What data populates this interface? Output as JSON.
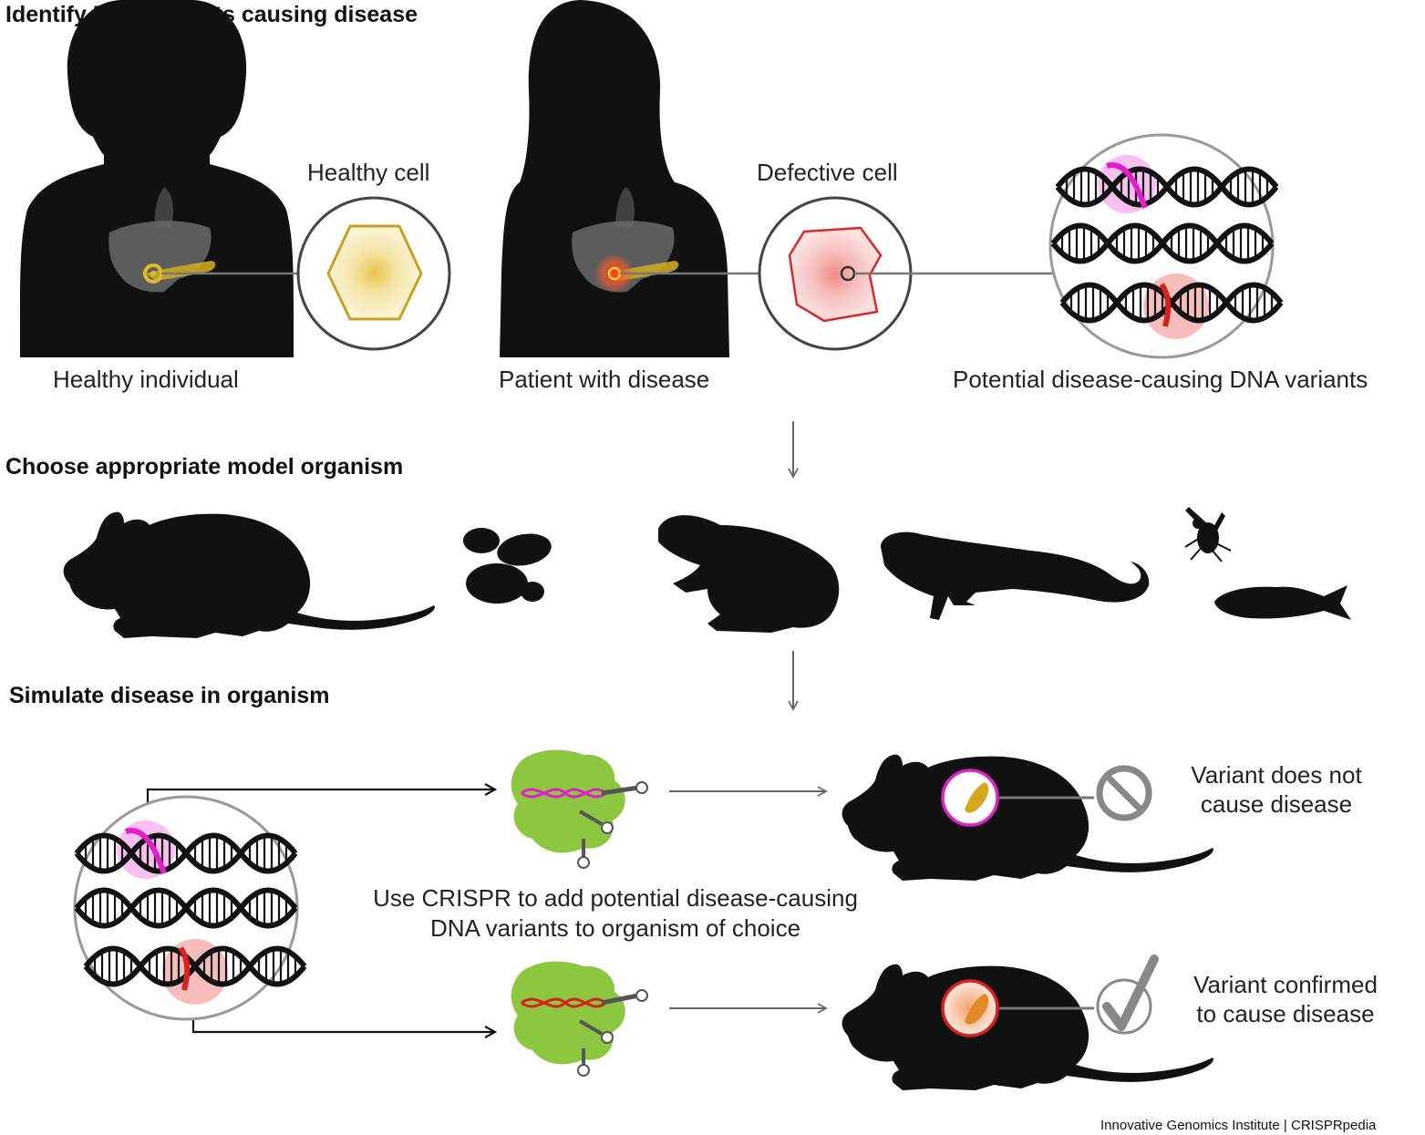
{
  "sections": {
    "identify": {
      "title": "Identify DNA variants causing disease"
    },
    "choose": {
      "title": "Choose appropriate model organism"
    },
    "simulate": {
      "title": "Simulate disease in organism"
    }
  },
  "identify": {
    "healthy_cell": "Healthy cell",
    "defective_cell": "Defective cell",
    "healthy_individual": "Healthy individual",
    "patient": "Patient with disease",
    "variants": "Potential disease-causing DNA variants"
  },
  "simulate": {
    "crispr_line1": "Use CRISPR to add potential disease-causing",
    "crispr_line2": "DNA variants to organism of choice",
    "outcome_negative_line1": "Variant does not",
    "outcome_negative_line2": "cause disease",
    "outcome_positive_line1": "Variant confirmed",
    "outcome_positive_line2": "to cause disease"
  },
  "credit": "Innovative Genomics Institute | CRISPRpedia",
  "colors": {
    "healthy": "#e0bb2e",
    "defective": "#e8403a",
    "variant_magenta": "#e020c8",
    "variant_red": "#d8201c",
    "cas9": "#8dc63f",
    "arrow": "#666666"
  },
  "icons": {
    "negative": "prohibited-icon",
    "positive": "checkmark-icon"
  }
}
